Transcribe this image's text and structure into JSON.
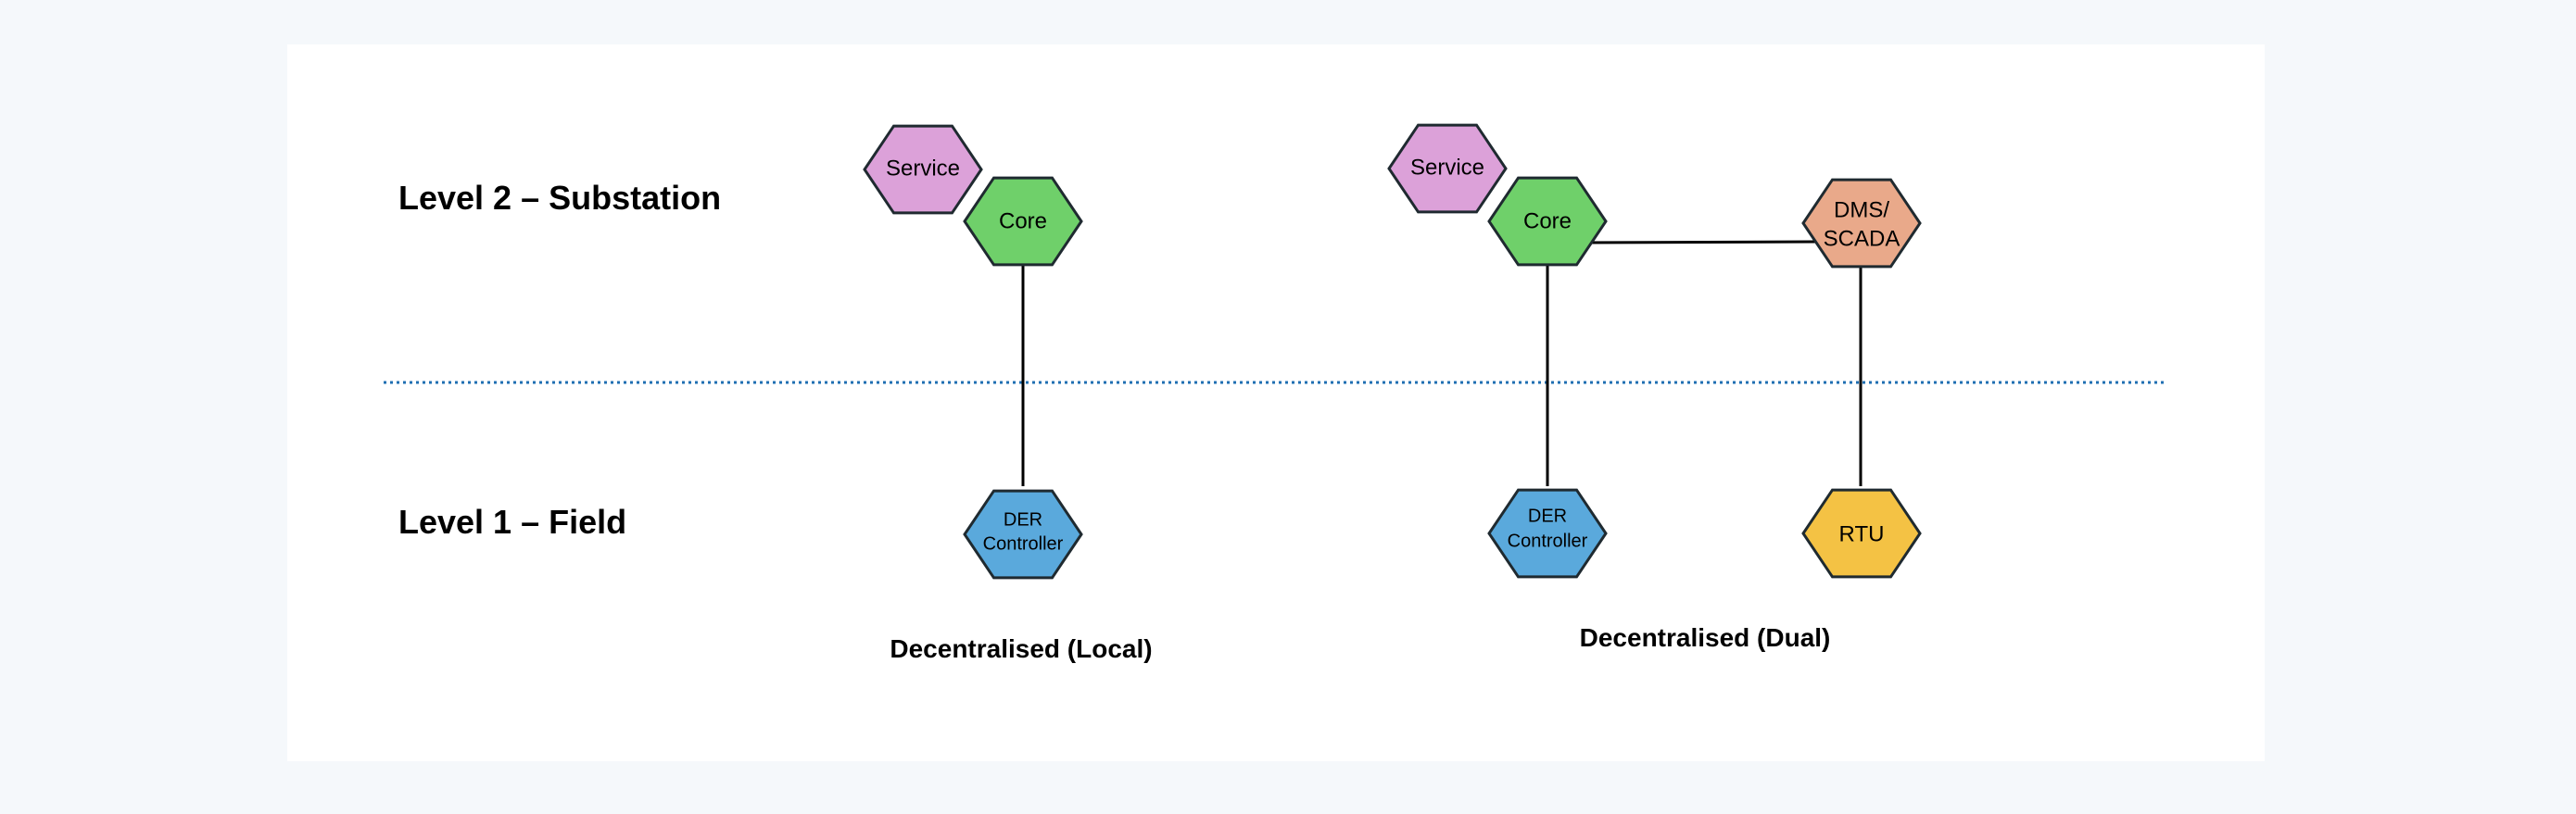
{
  "diagram": {
    "levels": {
      "level2": "Level 2 – Substation",
      "level1": "Level 1 – Field"
    },
    "divider_color": "#1f6fb2",
    "colors": {
      "service": "#dca1d9",
      "core": "#6fd06a",
      "der": "#5aa9dc",
      "dms": "#e9a98a",
      "rtu": "#f4c244"
    },
    "local": {
      "caption": "Decentralised (Local)",
      "service": "Service",
      "core": "Core",
      "der_line1": "DER",
      "der_line2": "Controller"
    },
    "dual": {
      "caption": "Decentralised (Dual)",
      "service": "Service",
      "core": "Core",
      "dms_line1": "DMS/",
      "dms_line2": "SCADA",
      "der_line1": "DER",
      "der_line2": "Controller",
      "rtu": "RTU"
    }
  }
}
